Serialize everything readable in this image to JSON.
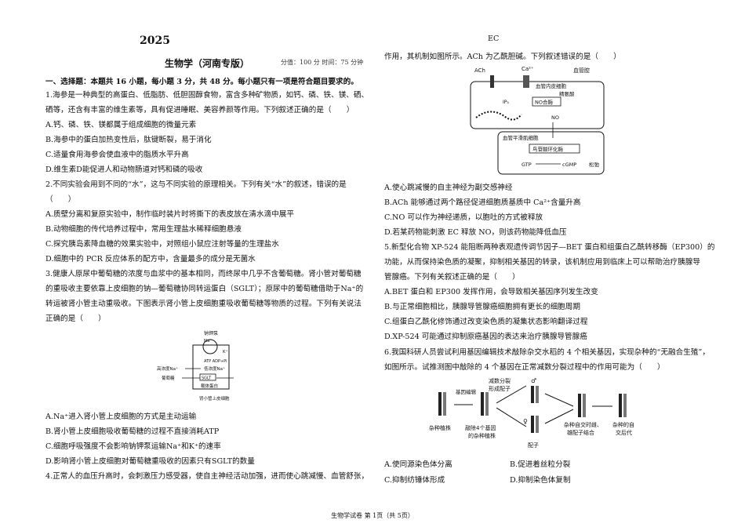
{
  "header": {
    "year": "2025",
    "subject": "生物学（河南专版）",
    "meta": "分值：100 分 时间：75 分钟",
    "section": "一、选择题：本题共 16 小题，每小题 3 分，共 48 分。每小题只有一项是符合题目要求的。"
  },
  "q1": {
    "l1": "1.海参是一种典型的高蛋白、低脂肪、低胆固醇食物，富含多种矿物质，如钙、磷、铁、镁、硒、",
    "l2": "硒等，还含有丰富的维生素等，具有促进睡眠、美容养颜等作用。下列叙述正确的是（　　）",
    "A": "A.钙、磷、铁、镁都属于组成细胞的微量元素",
    "B": "B.海参中的蛋白加热变性后，肽键断裂，易于消化",
    "C": "C.适量食用海参会使血液中的脂质水平升高",
    "D": "D.维生素D能促进人和动物肠道对钙和磷的吸收"
  },
  "q2": {
    "l1": "2.不同实验会用到不同的“水”，这与不同实验的原理相关。下列有关“水”的叙述，错误的是",
    "l2": "（　　）",
    "A": "A.质壁分离和复原实验中，制作临时装片时将撕下的表皮放在清水滴中展平",
    "B": "B.动物细胞的传代培养过程中，常用生理盐水稀释细胞悬液",
    "C": "C.探究胰岛素降血糖的效果实验中，对照组小鼠应注射等量的生理盐水",
    "D": "D.细胞中的 PCR 反应体系的配方中，含量最多的成分是无菌水"
  },
  "q3": {
    "l1": "3.健康人原尿中葡萄糖的浓度与血浆中的基本相同，而终尿中几乎不含葡萄糖。肾小管对葡萄糖",
    "l2": "的重吸收主要依靠上皮细胞的钠—葡萄糖协同转运蛋白（SGLT）；原尿中的葡萄糖借助于Na⁺的",
    "l3": "转运被肾小管主动重吸收。下图表示肾小管上皮细胞重吸收葡萄糖等物质的过程。下列有关说法",
    "l4": "正确的是（　　）",
    "A": "A.Na⁺进入肾小管上皮细胞的方式是主动运输",
    "B": "B.肾小管上皮细胞吸收葡萄糖的过程不直接消耗ATP",
    "C": "C.细胞呼吸强度不会影响钠钾泵运输Na⁺和K⁺的速率",
    "D": "D.影响肾小管上皮细胞对葡萄糖重吸收的因素只有SGLT的数量"
  },
  "fig3": {
    "pump": "钠钾泵",
    "atp": "ATP  ADP+Pi",
    "high_na": "高浓度Na⁺",
    "low_na": "低浓度Na⁺",
    "glucose": "葡萄糖",
    "sglt": "SGLT",
    "carrier": "载体蛋白",
    "cell": "肾小管上皮细胞",
    "na": "Na⁺",
    "k": "K⁺"
  },
  "q4": {
    "l1": "4.正常人的血压升高时，会刺激压力感受器，使自主神经活动加强，进而使心跳减慢、血管舒张，",
    "r0": "EC",
    "r1": "作用，其机制如图所示。ACh 为乙酰胆碱。下列叙述错误的是（　　）",
    "A": "A.使心跳减慢的自主神经为副交感神经",
    "B": "B.ACh 能够通过两个路径促进细胞质基质中 Ca²⁺含量升高",
    "C": "C.NO 可以作为神经递质，以胞吐的方式被释放",
    "D": "D.若某药物能刺激 EC 释放 NO，则该药物能降低血压"
  },
  "fig4": {
    "ach": "ACh",
    "ca": "Ca²⁺",
    "lumen": "血管腔",
    "endo": "血管内皮细胞",
    "ip3": "IP₃",
    "arg": "精氨酸",
    "nos": "NO合酶",
    "no": "NO",
    "smooth": "血管平滑肌细胞",
    "gc": "鸟苷酸环化酶",
    "gtp": "GTP",
    "cgmp": "cGMP",
    "relax": "松弛"
  },
  "q5": {
    "l1": "5.新型化合物 XP-524 能阻断两种表观遗传调节因子—BET 蛋白和组蛋白乙酰转移酶（EP300）的",
    "l2": "功能，从而保持染色质的凝聚，抑制相关基因的转录，该机制应用到临床上可以帮助治疗胰腺导",
    "l3": "管腺癌。下列有关叙述正确的是（　　）",
    "A": "A.BET 蛋白和 EP300 发挥作用，会导致相关基因序列发生改变",
    "B": "B.与正常细胞相比，胰腺导管腺癌细胞拥有更长的细胞周期",
    "C": "C.组蛋白乙酰化修饰通过改变染色质的凝集状态影响翻译过程",
    "D": "D.XP-524 可能通过抑制原癌基因的表达来治疗胰腺导管腺癌"
  },
  "q6": {
    "l1": "6.我国科研人员尝试利用基因编辑技术敲除杂交水稻的 4 个相关基因，实现杂种的“无融合生殖”，",
    "l2": "如图所示。试推测图中敲除的 4 个基因在正常减数分裂过程中的作用可能为（　　）",
    "A": "A.使同源染色体分离",
    "B": "B.促进着丝粒分裂",
    "C": "C.抑制纺锤体形成",
    "D": "D.抑制染色体复制"
  },
  "fig6": {
    "edit": "基因编辑",
    "meiosis": "减数分裂",
    "meiosis2": "形成配子",
    "hybrid": "杂种植株",
    "knock": "敲除4个基因",
    "knock2": "的杂种植株",
    "fuse": "杂种自交时雌、",
    "fuse2": "雄配子结合",
    "offspring": "杂种的自",
    "offspring2": "交后代",
    "gamete": "配子",
    "male": "♂",
    "female": "♀"
  },
  "footer": "生物学试卷 第 1页（共 5页）"
}
